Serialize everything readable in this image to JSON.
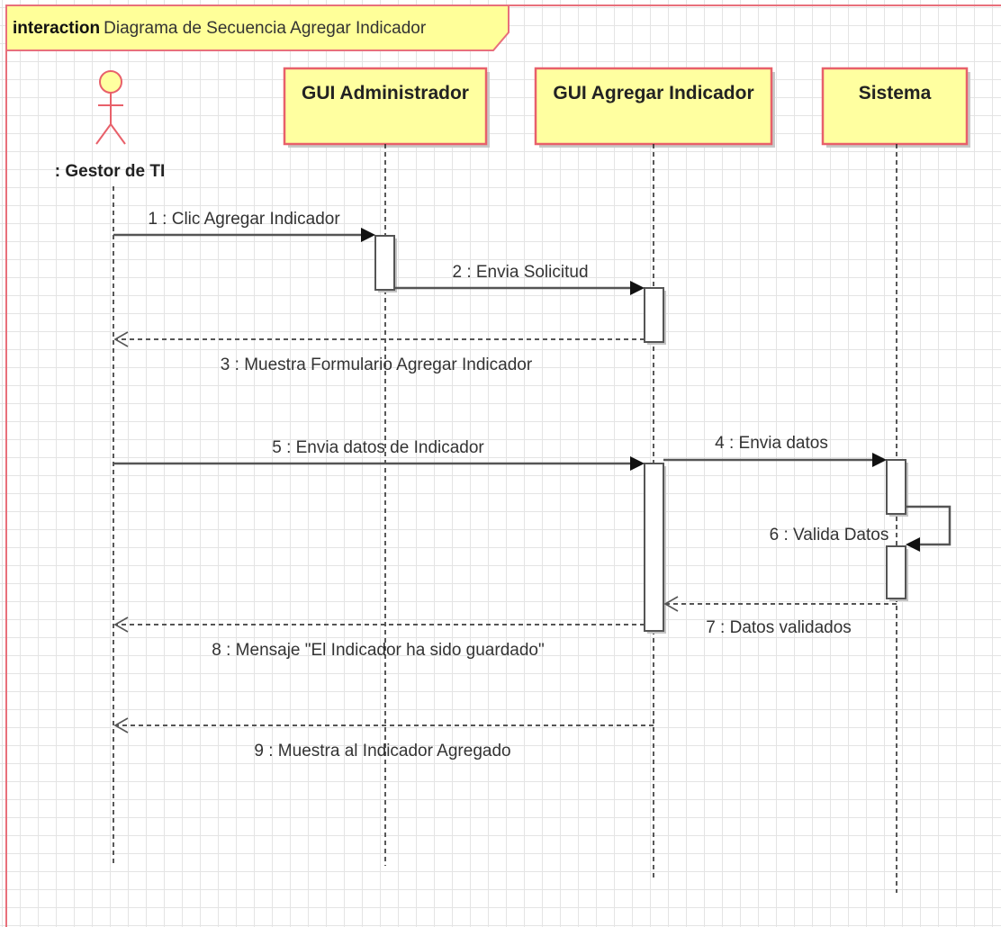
{
  "frame": {
    "keyword": "interaction",
    "title": "Diagrama de Secuencia Agregar Indicador"
  },
  "actor": {
    "label": ": Gestor de TI",
    "icon": "stick-figure-icon"
  },
  "lifelines": {
    "gui_admin": "GUI Administrador",
    "gui_agregar": "GUI Agregar Indicador",
    "sistema": "Sistema"
  },
  "messages": {
    "m1": "1 : Clic Agregar Indicador",
    "m2": "2 : Envia Solicitud",
    "m3": "3 : Muestra Formulario Agregar Indicador",
    "m4": "4 : Envia datos",
    "m5": "5 : Envia datos de Indicador",
    "m6": "6 : Valida Datos",
    "m7": "7 : Datos validados",
    "m8": "8 : Mensaje \"El Indicador ha sido guardado\"",
    "m9": "9 : Muestra al Indicador Agregado"
  },
  "colors": {
    "frame_border": "#e8707b",
    "lifeline_fill": "#ffffa0",
    "lifeline_border": "#e8606a",
    "grid": "#e4e4e4"
  }
}
